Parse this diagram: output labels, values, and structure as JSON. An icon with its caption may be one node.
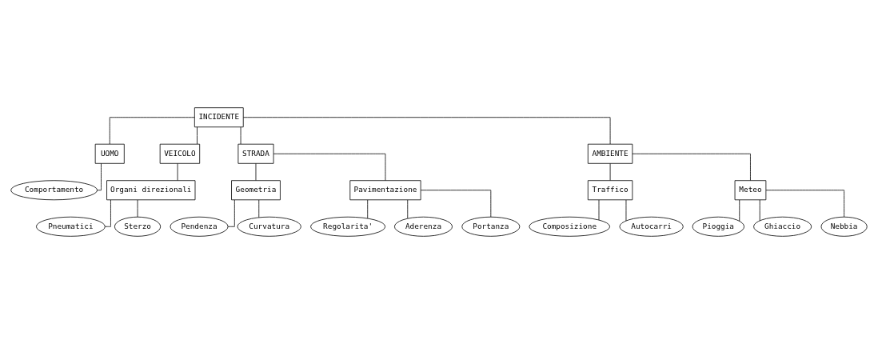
{
  "diagram": {
    "nodes": [
      {
        "text": [
          "INCIDENTE"
        ]
      },
      {
        "text": [
          "UOMO"
        ]
      },
      {
        "text": [
          "VEICOLO"
        ]
      },
      {
        "text": [
          "STRADA"
        ]
      },
      {
        "text": [
          "AMBIENTE"
        ]
      },
      {
        "text": [
          "Comportamento"
        ]
      },
      {
        "text": [
          "Organi direzionali"
        ]
      },
      {
        "text": [
          "Pneumatici"
        ]
      },
      {
        "text": [
          "Sterzo"
        ]
      },
      {
        "text": [
          "Geometria"
        ]
      },
      {
        "text": [
          "Pavimentazione"
        ]
      },
      {
        "text": [
          "Pendenza"
        ]
      },
      {
        "text": [
          "Curvatura"
        ]
      },
      {
        "text": [
          "Regolarita'"
        ]
      },
      {
        "text": [
          "Aderenza"
        ]
      },
      {
        "text": [
          "Portanza"
        ]
      },
      {
        "text": [
          "Traffico"
        ]
      },
      {
        "text": [
          "Meteo"
        ]
      },
      {
        "text": [
          "Composizione"
        ]
      },
      {
        "text": [
          "Autocarri"
        ]
      },
      {
        "text": [
          "Pioggia"
        ]
      },
      {
        "text": [
          "Ghiaccio"
        ]
      },
      {
        "text": [
          "Nebbia"
        ]
      }
    ],
    "edges": [
      {
        "from": 0,
        "to": 1,
        "arrow": "none"
      },
      {
        "from": 0,
        "to": 2,
        "arrow": "none"
      },
      {
        "from": 0,
        "to": 3,
        "arrow": "none"
      },
      {
        "from": 0,
        "to": 4,
        "arrow": "none"
      },
      {
        "from": 1,
        "to": 5,
        "arrow": "none"
      },
      {
        "from": 2,
        "to": 6,
        "arrow": "none"
      },
      {
        "from": 6,
        "to": 7,
        "arrow": "none"
      },
      {
        "from": 6,
        "to": 8,
        "arrow": "none"
      },
      {
        "from": 3,
        "to": 9,
        "arrow": "none"
      },
      {
        "from": 3,
        "to": 10,
        "arrow": "none"
      },
      {
        "from": 9,
        "to": 11,
        "arrow": "none"
      },
      {
        "from": 9,
        "to": 12,
        "arrow": "none"
      },
      {
        "from": 10,
        "to": 13,
        "arrow": "none"
      },
      {
        "from": 10,
        "to": 14,
        "arrow": "none"
      },
      {
        "from": 10,
        "to": 15,
        "arrow": "none"
      },
      {
        "from": 4,
        "to": 16,
        "arrow": "none"
      },
      {
        "from": 4,
        "to": 17,
        "arrow": "none"
      },
      {
        "from": 16,
        "to": 18,
        "arrow": "none"
      },
      {
        "from": 16,
        "to": 19,
        "arrow": "none"
      },
      {
        "from": 17,
        "to": 20,
        "arrow": "none"
      },
      {
        "from": 17,
        "to": 21,
        "arrow": "none"
      },
      {
        "from": 17,
        "to": 22,
        "arrow": "none"
      }
    ]
  }
}
